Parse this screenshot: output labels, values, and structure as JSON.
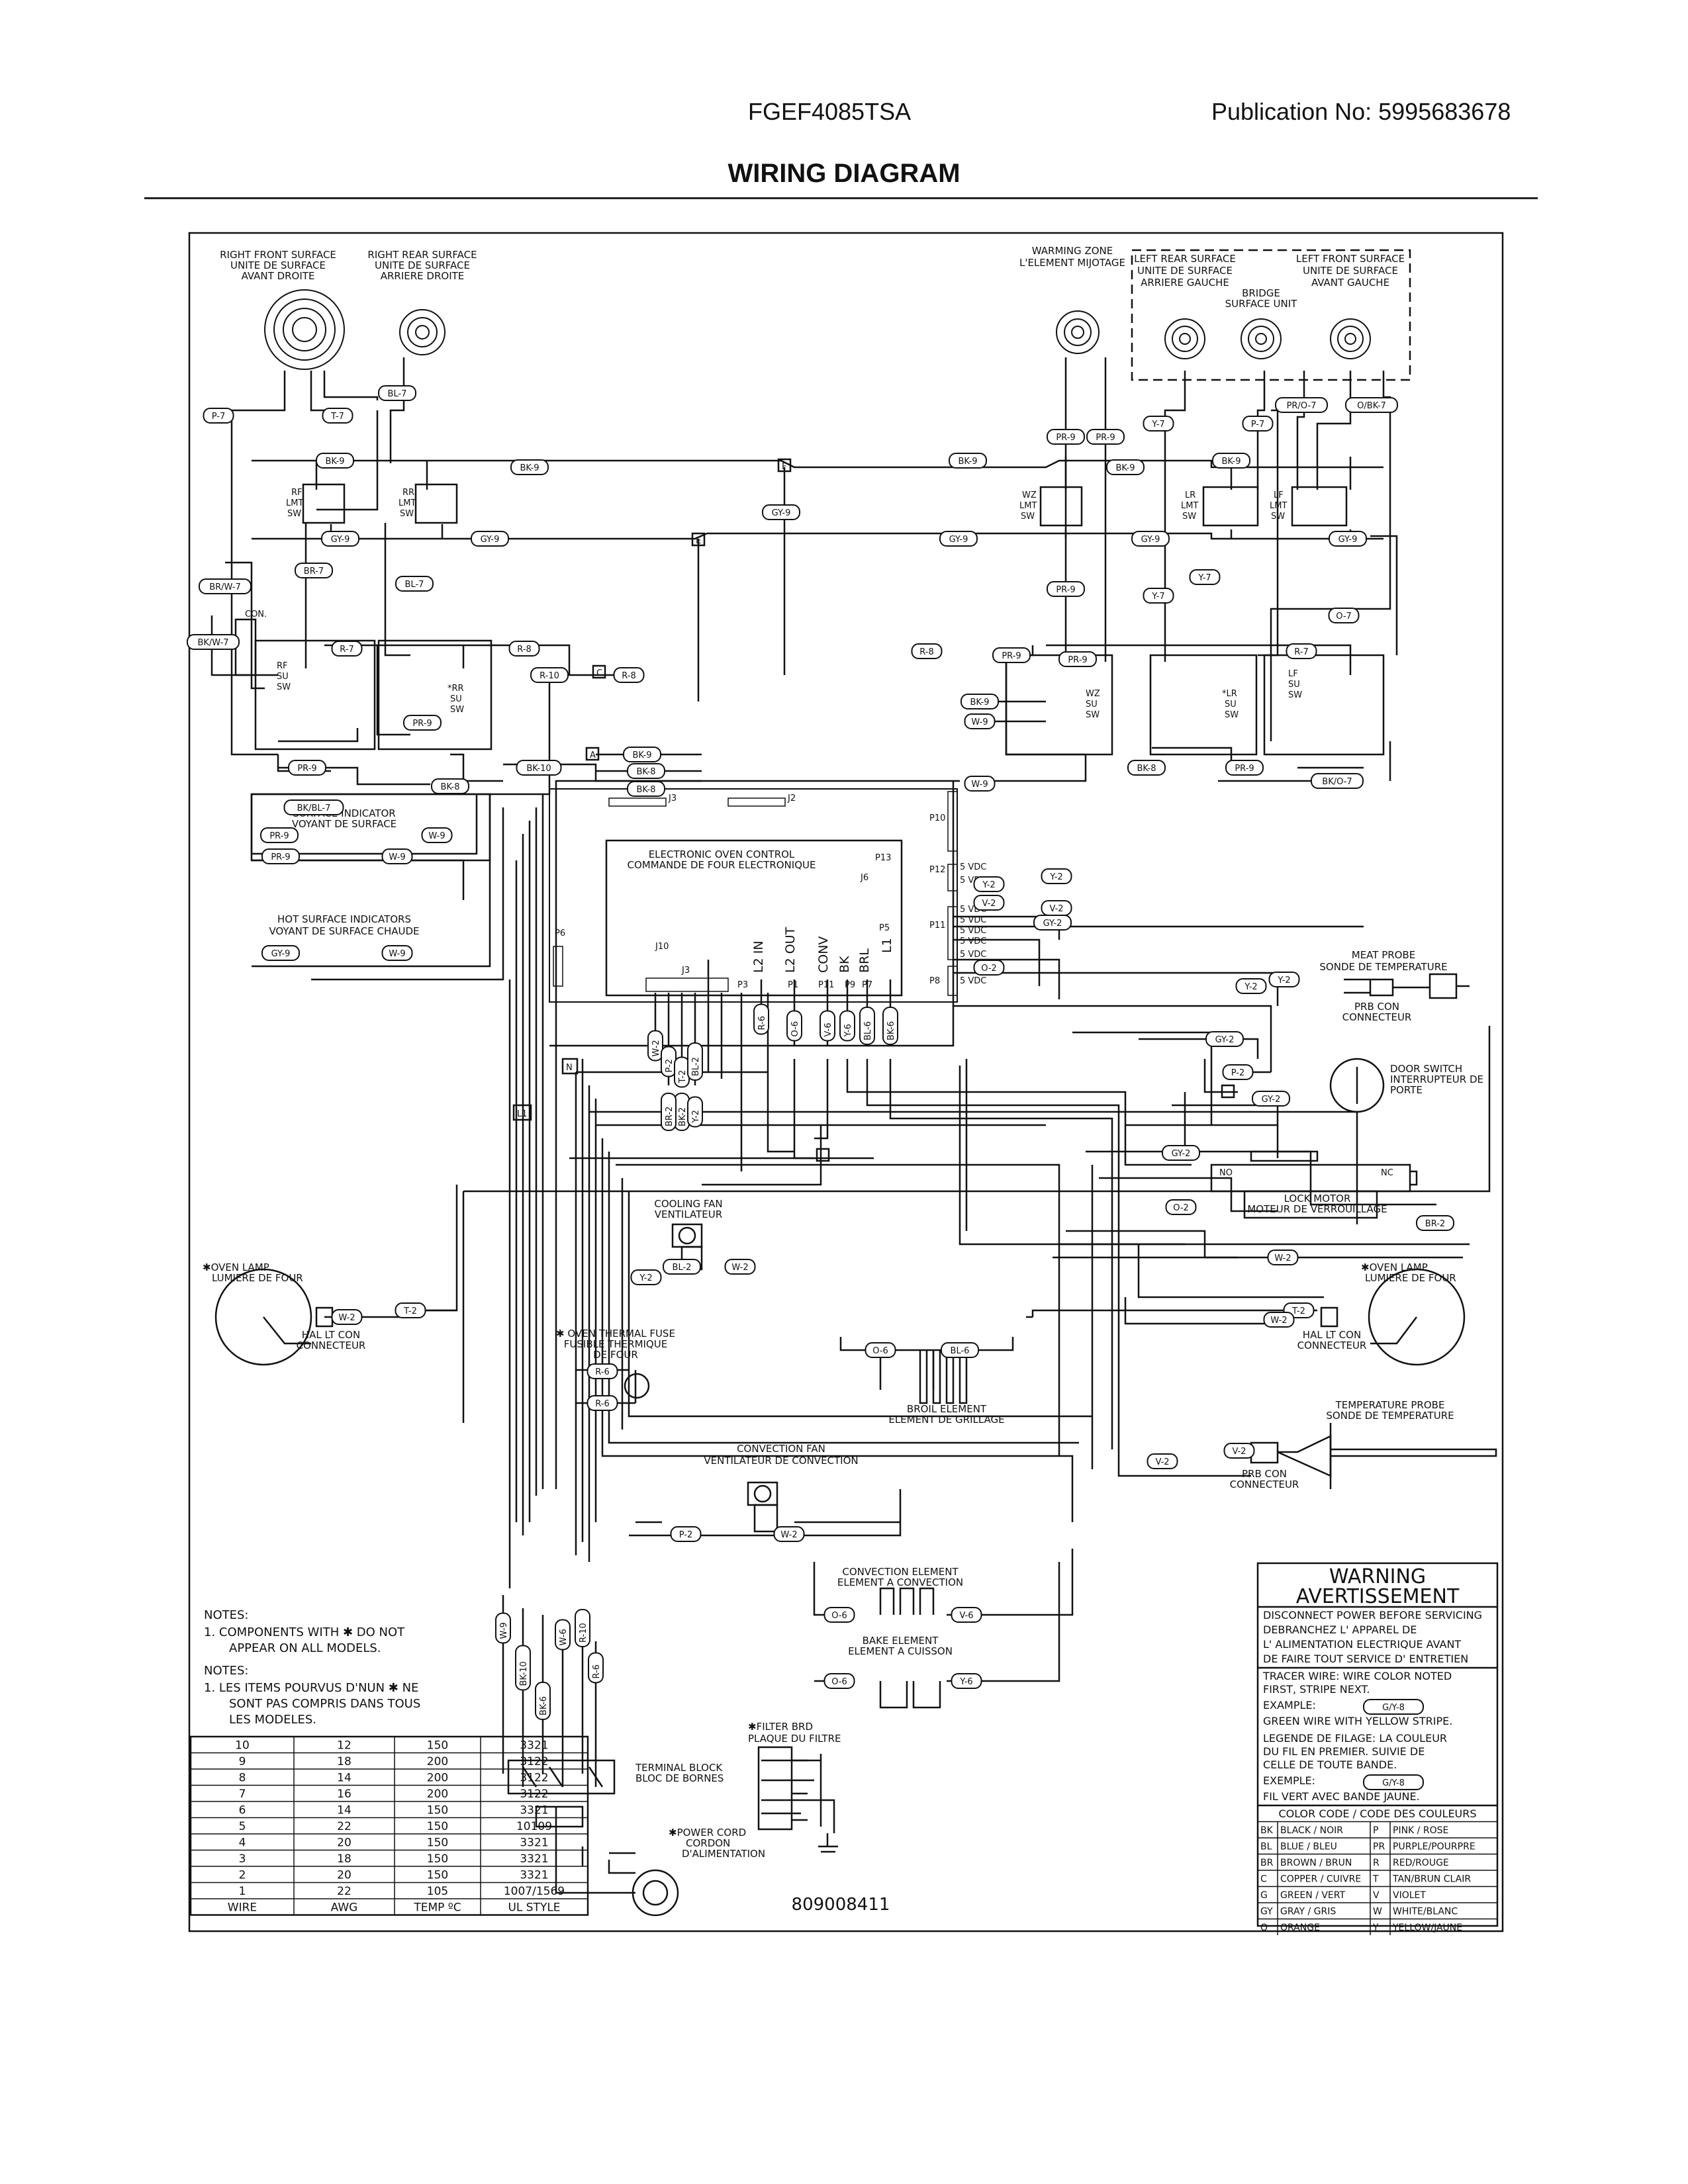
{
  "header": {
    "model": "FGEF4085TSA",
    "publication": "Publication No:  5995683678",
    "title": "WIRING DIAGRAM"
  },
  "components": {
    "rf_surface": [
      "RIGHT FRONT SURFACE",
      "UNITE DE SURFACE",
      "AVANT DROITE"
    ],
    "rr_surface": [
      "RIGHT REAR SURFACE",
      "UNITE DE SURFACE",
      "ARRIERE DROITE"
    ],
    "warming_zone": [
      "WARMING ZONE",
      "L'ELEMENT MIJOTAGE"
    ],
    "lr_surface": [
      "LEFT REAR SURFACE",
      "UNITE DE SURFACE",
      "ARRIERE GAUCHE"
    ],
    "lf_surface": [
      "LEFT FRONT SURFACE",
      "UNITE DE SURFACE",
      "AVANT GAUCHE"
    ],
    "bridge": [
      "BRIDGE",
      "SURFACE UNIT"
    ],
    "surface_indicator": [
      "SURFACE INDICATOR",
      "VOYANT DE SURFACE"
    ],
    "hot_surface": [
      "HOT SURFACE INDICATORS",
      "VOYANT DE SURFACE CHAUDE"
    ],
    "eoc": [
      "ELECTRONIC OVEN CONTROL",
      "COMMANDE DE FOUR ELECTRONIQUE"
    ],
    "meat_probe": [
      "MEAT PROBE",
      "SONDE DE TEMPERATURE"
    ],
    "prb_con": [
      "PRB CON",
      "CONNECTEUR"
    ],
    "door_switch": [
      "DOOR SWITCH",
      "INTERRUPTEUR DE",
      "PORTE"
    ],
    "lock_motor": [
      "LOCK MOTOR",
      "MOTEUR DE VERROUILLAGE"
    ],
    "cooling_fan": [
      "COOLING FAN",
      "VENTILATEUR"
    ],
    "oven_lamp": [
      "✱OVEN LAMP",
      "LUMIERE DE FOUR"
    ],
    "hal_lt_con": [
      "HAL LT CON",
      "CONNECTEUR"
    ],
    "thermal_fuse": [
      "✱ OVEN THERMAL FUSE",
      "FUSIBLE THERMIQUE",
      "DE FOUR"
    ],
    "broil": [
      "BROIL ELEMENT",
      "ELEMENT DE GRILLAGE"
    ],
    "temp_probe": [
      "TEMPERATURE PROBE",
      "SONDE DE TEMPERATURE"
    ],
    "conv_fan": [
      "CONVECTION FAN",
      "VENTILATEUR DE CONVECTION"
    ],
    "conv_element": [
      "CONVECTION ELEMENT",
      "ELEMENT A CONVECTION"
    ],
    "bake": [
      "BAKE ELEMENT",
      "ELEMENT A CUISSON"
    ],
    "filter_brd": [
      "✱FILTER BRD",
      "PLAQUE DU FILTRE"
    ],
    "terminal_block": [
      "TERMINAL BLOCK",
      "BLOC DE BORNES"
    ],
    "power_cord": [
      "✱POWER CORD",
      "CORDON",
      "D'ALIMENTATION"
    ],
    "switch_names": {
      "rf_lmt": [
        "RF",
        "LMT",
        "SW"
      ],
      "rr_lmt": [
        "RR",
        "LMT",
        "SW"
      ],
      "wz_lmt": [
        "WZ",
        "LMT",
        "SW"
      ],
      "lr_lmt": [
        "LR",
        "LMT",
        "SW"
      ],
      "lf_lmt": [
        "LF",
        "LMT",
        "SW"
      ],
      "rf_su": [
        "RF",
        "SU",
        "SW"
      ],
      "rr_su": [
        "*RR",
        "SU",
        "SW"
      ],
      "wz_su": [
        "WZ",
        "SU",
        "SW"
      ],
      "lr_su": [
        "*LR",
        "SU",
        "SW"
      ],
      "lf_su": [
        "LF",
        "SU",
        "SW"
      ]
    },
    "con_label": "CON.",
    "eoc_pins": [
      "L2 IN",
      "L2 OUT",
      "CONV",
      "BK",
      "BRL",
      "L1"
    ],
    "eoc_ports": [
      "P3",
      "P1",
      "P11",
      "P9",
      "P7",
      "P5",
      "P6",
      "P10",
      "P12",
      "P13",
      "P11",
      "P8",
      "J3",
      "J2",
      "J6",
      "J10",
      "J3"
    ],
    "vdc": "5 VDC",
    "junctions": [
      "F",
      "E",
      "C",
      "A",
      "N",
      "L1"
    ],
    "no_nc": [
      "NO",
      "NC"
    ],
    "part_number": "809008411"
  },
  "wire_labels": {
    "top_left": [
      "P-7",
      "T-7",
      "BL-7",
      "BK-9",
      "GY-9",
      "BR-7",
      "BL-7",
      "BR/W-7",
      "BK/W-7",
      "R-7",
      "R-8",
      "R-10",
      "R-8",
      "PR-9",
      "BK/BL-7",
      "BK-8",
      "PR-9",
      "BK-10",
      "BK-8",
      "BK-9",
      "BK-8"
    ],
    "top_center": [
      "BK-9",
      "BK-9",
      "GY-9",
      "GY-9",
      "GY-9"
    ],
    "top_right": [
      "PR-9",
      "PR-9",
      "BK-9",
      "Y-7",
      "P-7",
      "PR/O-7",
      "O/BK-7",
      "BK-9",
      "GY-9",
      "GY-9",
      "PR-9",
      "Y-7",
      "Y-7",
      "O-7",
      "R-8",
      "PR-9",
      "PR-9",
      "R-7",
      "BK-9",
      "W-9",
      "BK-8",
      "PR-9",
      "BK/O-7",
      "W-9"
    ],
    "indicators": [
      "PR-9",
      "PR-9",
      "W-9",
      "W-9",
      "GY-9",
      "W-9"
    ],
    "eoc_right": [
      "Y-2",
      "Y-2",
      "V-2",
      "V-2",
      "GY-2",
      "O-2",
      "Y-2",
      "Y-2",
      "GY-2",
      "P-2",
      "GY-2",
      "GY-2",
      "O-2",
      "BR-2",
      "W-2"
    ],
    "eoc_bottom": [
      "W-2",
      "P-2",
      "T-2",
      "BL-2",
      "R-6",
      "O-6",
      "V-6",
      "Y-6",
      "BL-6",
      "BK-6",
      "BK-2",
      "BR-2",
      "Y-2"
    ],
    "oven": [
      "Y-2",
      "BL-2",
      "W-2",
      "W-2",
      "T-2",
      "T-2",
      "W-2",
      "R-6",
      "R-6",
      "O-6",
      "BL-6",
      "V-2",
      "V-2",
      "P-2",
      "W-2",
      "O-6",
      "V-6",
      "O-6",
      "Y-6"
    ],
    "terminal": [
      "W-9",
      "BK-10",
      "BK-6",
      "W-6",
      "R-10",
      "R-6"
    ]
  },
  "notes": {
    "heading1": "NOTES:",
    "n1a": "1.   COMPONENTS WITH  ✱  DO NOT",
    "n1b": "APPEAR ON ALL MODELS.",
    "heading2": "NOTES:",
    "n2a": "1.   LES ITEMS POURVUS D'NUN  ✱  NE",
    "n2b": "SONT PAS COMPRIS DANS TOUS",
    "n2c": "LES MODELES."
  },
  "wire_table": {
    "headers": [
      "WIRE",
      "AWG",
      "TEMP ºC",
      "UL STYLE"
    ],
    "rows": [
      [
        "10",
        "12",
        "150",
        "3321"
      ],
      [
        "9",
        "18",
        "200",
        "3122"
      ],
      [
        "8",
        "14",
        "200",
        "3122"
      ],
      [
        "7",
        "16",
        "200",
        "3122"
      ],
      [
        "6",
        "14",
        "150",
        "3321"
      ],
      [
        "5",
        "22",
        "150",
        "10109"
      ],
      [
        "4",
        "20",
        "150",
        "3321"
      ],
      [
        "3",
        "18",
        "150",
        "3321"
      ],
      [
        "2",
        "20",
        "150",
        "3321"
      ],
      [
        "1",
        "22",
        "105",
        "1007/1569"
      ]
    ]
  },
  "warning": {
    "title1": "WARNING",
    "title2": "AVERTISSEMENT",
    "lines": [
      "DISCONNECT POWER BEFORE SERVICING",
      "DEBRANCHEZ  L' APPAREL DE",
      "L' ALIMENTATION  ELECTRIQUE   AVANT",
      "DE  FAIRE  TOUT  SERVICE  D' ENTRETIEN",
      "TRACER WIRE:   WIRE COLOR NOTED",
      "FIRST, STRIPE NEXT.",
      "EXAMPLE:",
      "GREEN WIRE WITH YELLOW STRIPE.",
      "LEGENDE DE FILAGE:   LA COULEUR",
      "DU FIL   EN  PREMIER.  SUIVIE  DE",
      "CELLE  DE  TOUTE  BANDE.",
      "EXEMPLE:",
      "FIL   VERT   AVEC   BANDE   JAUNE."
    ],
    "example": "G/Y-8",
    "example2": "G/Y-8",
    "color_header": "COLOR CODE / CODE  DES  COULEURS",
    "color_rows": [
      [
        "BK",
        "BLACK / NOIR",
        "P",
        "PINK / ROSE"
      ],
      [
        "BL",
        "BLUE / BLEU",
        "PR",
        "PURPLE/POURPRE"
      ],
      [
        "BR",
        "BROWN / BRUN",
        "R",
        "RED/ROUGE"
      ],
      [
        "C",
        "COPPER / CUIVRE",
        "T",
        "TAN/BRUN CLAIR"
      ],
      [
        "G",
        "GREEN / VERT",
        "V",
        "VIOLET"
      ],
      [
        "GY",
        "GRAY / GRIS",
        "W",
        "WHITE/BLANC"
      ],
      [
        "O",
        "ORANGE",
        "Y",
        "YELLOW/JAUNE"
      ]
    ]
  }
}
